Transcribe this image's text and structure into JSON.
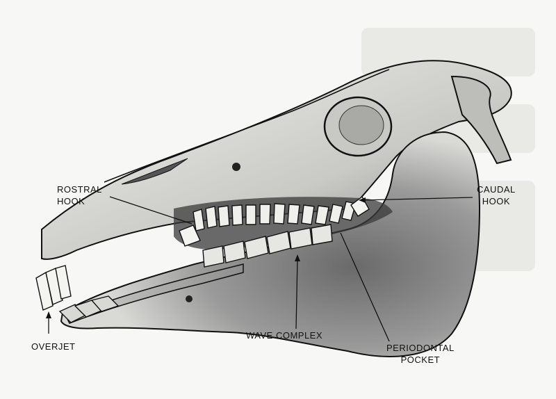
{
  "diagram": {
    "labels": {
      "rostral_hook": [
        "ROSTRAL",
        "HOOK"
      ],
      "caudal_hook": [
        "CAUDAL",
        "HOOK"
      ],
      "overjet": "OVERJET",
      "wave_complex": "WAVE COMPLEX",
      "periodontal_pocket": [
        "PERIODONTAL",
        "POCKET"
      ]
    },
    "colors": {
      "ink": "#111111",
      "shade": "#3a3a3a",
      "bone": "#e2e2df",
      "paper": "#f7f7f5"
    }
  }
}
